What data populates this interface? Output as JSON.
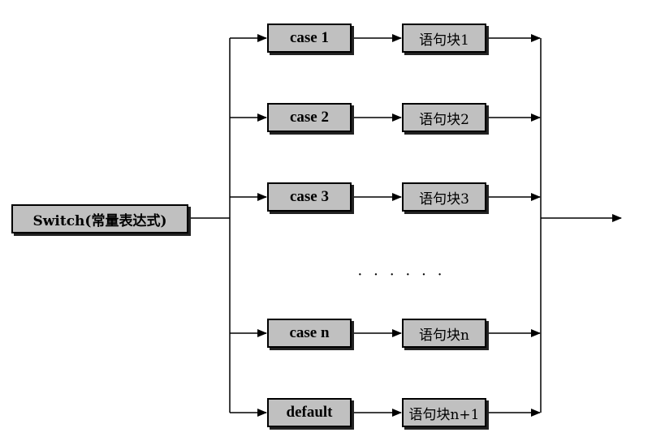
{
  "switch_label": "Switch(常量表达式)",
  "rows": [
    {
      "case_label": "case 1",
      "block_label": "语句块1"
    },
    {
      "case_label": "case 2",
      "block_label": "语句块2"
    },
    {
      "case_label": "case 3",
      "block_label": "语句块3"
    },
    {
      "case_label": "case n",
      "block_label": "语句块n"
    },
    {
      "case_label": "default",
      "block_label": "语句块n+1"
    }
  ],
  "ellipsis": "· · · · · ·"
}
